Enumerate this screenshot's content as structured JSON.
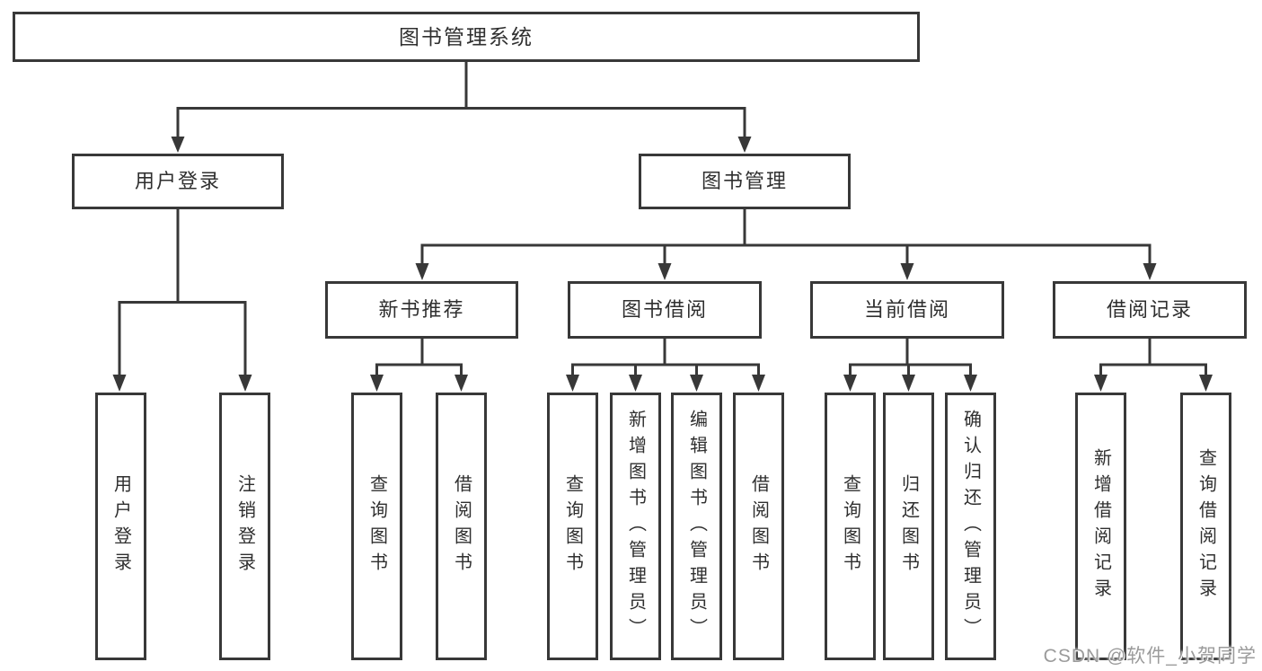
{
  "diagram": {
    "title": "图书管理系统",
    "root": {
      "label": "图书管理系统"
    },
    "branches": [
      {
        "label": "用户登录",
        "children": [
          {
            "label": "用户登录"
          },
          {
            "label": "注销登录"
          }
        ]
      },
      {
        "label": "图书管理",
        "children": [
          {
            "label": "新书推荐",
            "children": [
              {
                "label": "查询图书"
              },
              {
                "label": "借阅图书"
              }
            ]
          },
          {
            "label": "图书借阅",
            "children": [
              {
                "label": "查询图书"
              },
              {
                "label": "新增图书（管理员）"
              },
              {
                "label": "编辑图书（管理员）"
              },
              {
                "label": "借阅图书"
              }
            ]
          },
          {
            "label": "当前借阅",
            "children": [
              {
                "label": "查询图书"
              },
              {
                "label": "归还图书"
              },
              {
                "label": "确认归还（管理员）"
              }
            ]
          },
          {
            "label": "借阅记录",
            "children": [
              {
                "label": "新增借阅记录"
              },
              {
                "label": "查询借阅记录"
              }
            ]
          }
        ]
      }
    ]
  },
  "watermark": {
    "text": "CSDN @软件_小贺同学"
  },
  "colors": {
    "line": "#383838",
    "border": "#383838",
    "text": "#2f2f2f",
    "background": "#ffffff",
    "watermark": "#9b9b9b"
  }
}
